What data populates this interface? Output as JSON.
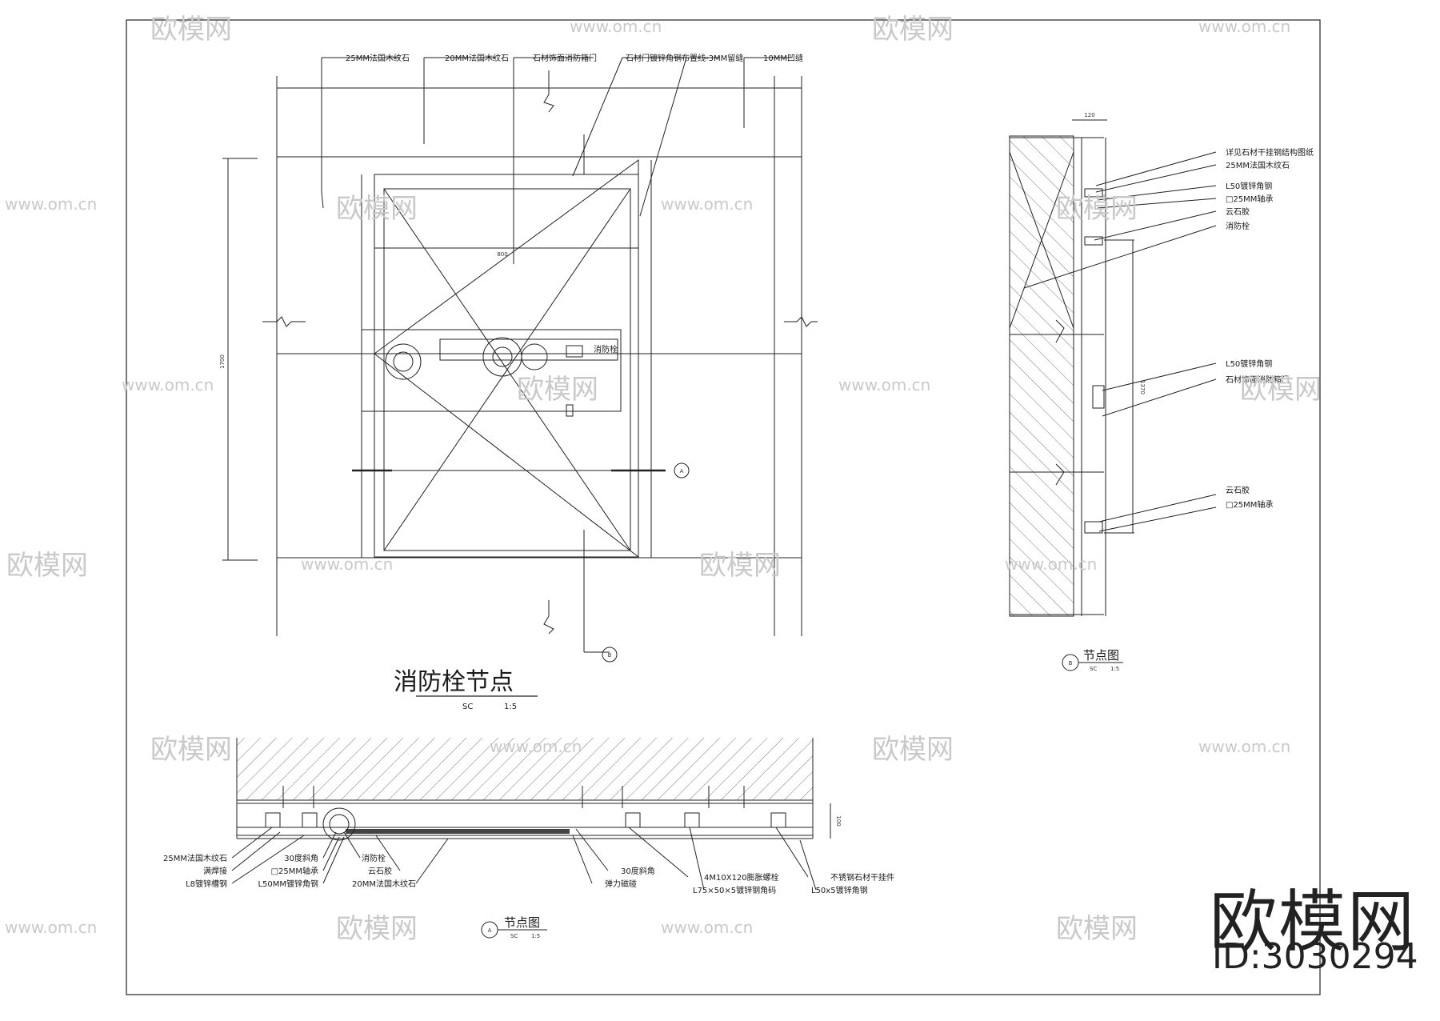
{
  "watermark": {
    "brand": "欧模网",
    "url": "www.om.cn"
  },
  "brand_overlay": {
    "name": "欧模网",
    "id": "ID:3030294"
  },
  "elevation": {
    "title": "消防栓节点",
    "scale_prefix": "SC",
    "scale": "1:5",
    "callouts": [
      "25MM法国木纹石",
      "20MM法国木纹石",
      "石材饰面消防箱门",
      "石材门镀锌角钢布置线-3MM留缝",
      "10MM凹缝"
    ],
    "hydrant_label": "消防栓",
    "section_marks": {
      "a": "A",
      "b": "B"
    },
    "dims": {
      "width": "800",
      "height": "1700"
    }
  },
  "section_b": {
    "title": "节点图",
    "marker": "B",
    "scale_prefix": "SC",
    "scale": "1:5",
    "top_dim": "120",
    "side_dim": "1370",
    "callouts_top": [
      "详见石材干挂钢结构图纸",
      "25MM法国木纹石",
      "L50镀锌角钢",
      "□25MM轴承",
      "云石胶",
      "消防栓"
    ],
    "callouts_mid": [
      "L50镀锌角钢",
      "石材饰面消防箱门"
    ],
    "callouts_bottom": [
      "云石胶",
      "□25MM轴承"
    ]
  },
  "section_a": {
    "title": "节点图",
    "marker": "A",
    "scale_prefix": "SC",
    "scale": "1:5",
    "side_dim": "100",
    "callouts_left": [
      "25MM法国木纹石",
      "满焊接",
      "L8镀锌槽钢"
    ],
    "callouts_mid1": [
      "30度斜角",
      "□25MM轴承",
      "L50MM镀锌角钢"
    ],
    "callouts_mid2": [
      "消防栓",
      "云石胶",
      "20MM法国木纹石"
    ],
    "callouts_right1": [
      "30度斜角",
      "弹力磁碰"
    ],
    "callouts_right2": [
      "4M10X120膨胀螺栓",
      "L75×50×5镀锌钢角码"
    ],
    "callouts_right3": [
      "不锈钢石材干挂件",
      "L50x5镀锌角钢"
    ]
  }
}
